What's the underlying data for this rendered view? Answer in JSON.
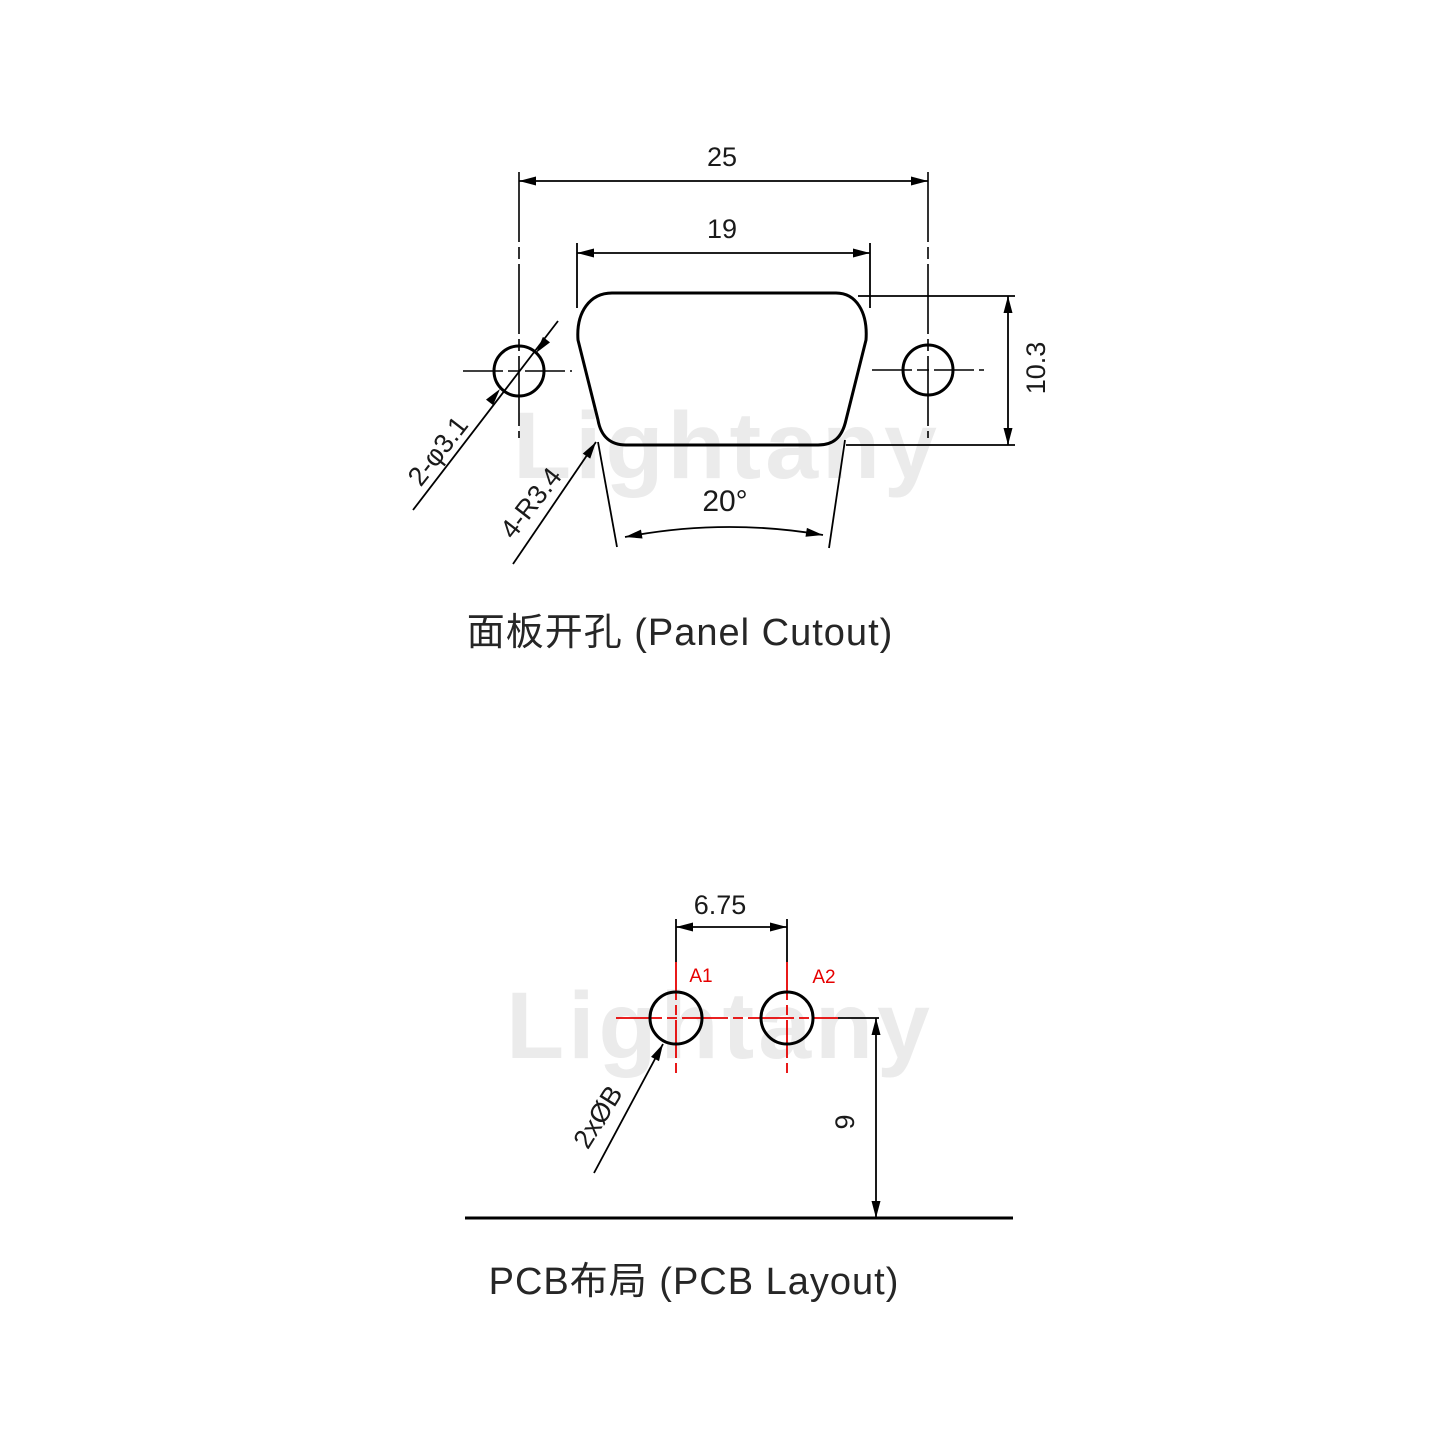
{
  "watermark": {
    "text": "Lightany",
    "color": "#ebebeb"
  },
  "colors": {
    "line": "#000000",
    "accent_red": "#e60000",
    "text": "#1a1a1a"
  },
  "panel_cutout": {
    "caption": "面板开孔 (Panel Cutout)",
    "dim_overall_width": "25",
    "dim_opening_width": "19",
    "dim_opening_height": "10.3",
    "label_mount_holes": "2-φ3.1",
    "label_corner_radius": "4-R3.4",
    "label_side_angle": "20°"
  },
  "pcb_layout": {
    "caption": "PCB布局 (PCB Layout)",
    "dim_pad_pitch": "6.75",
    "dim_edge_distance": "9",
    "label_hole_size": "2xØB",
    "pads": [
      "A1",
      "A2"
    ]
  }
}
